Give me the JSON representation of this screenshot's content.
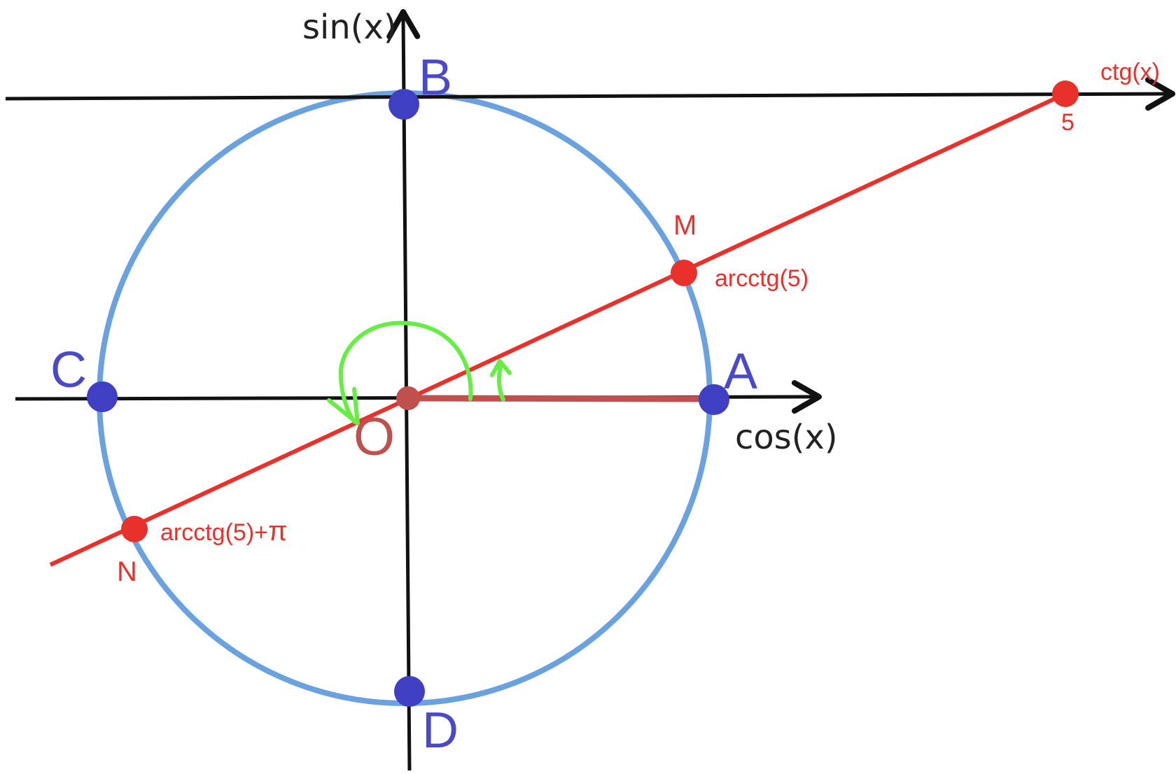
{
  "diagram": {
    "axes": {
      "vertical_label": "sin(x)",
      "horizontal_label": "cos(x)",
      "cotangent_line_label": "ctg(x)"
    },
    "points": {
      "A": "A",
      "B": "B",
      "C": "C",
      "D": "D",
      "O": "O",
      "M": "M",
      "N": "N"
    },
    "annotations": {
      "m_value": "arcctg(5)",
      "n_value": "arcctg(5)+",
      "n_value_pi": "π",
      "ctg_value": "5"
    },
    "colors": {
      "circle": "#6aa2e0",
      "axes": "#111111",
      "blue_points": "#3f3fc4",
      "red": "#e8312a",
      "radius": "#c0504d",
      "arc_arrows": "#66ee44"
    }
  }
}
